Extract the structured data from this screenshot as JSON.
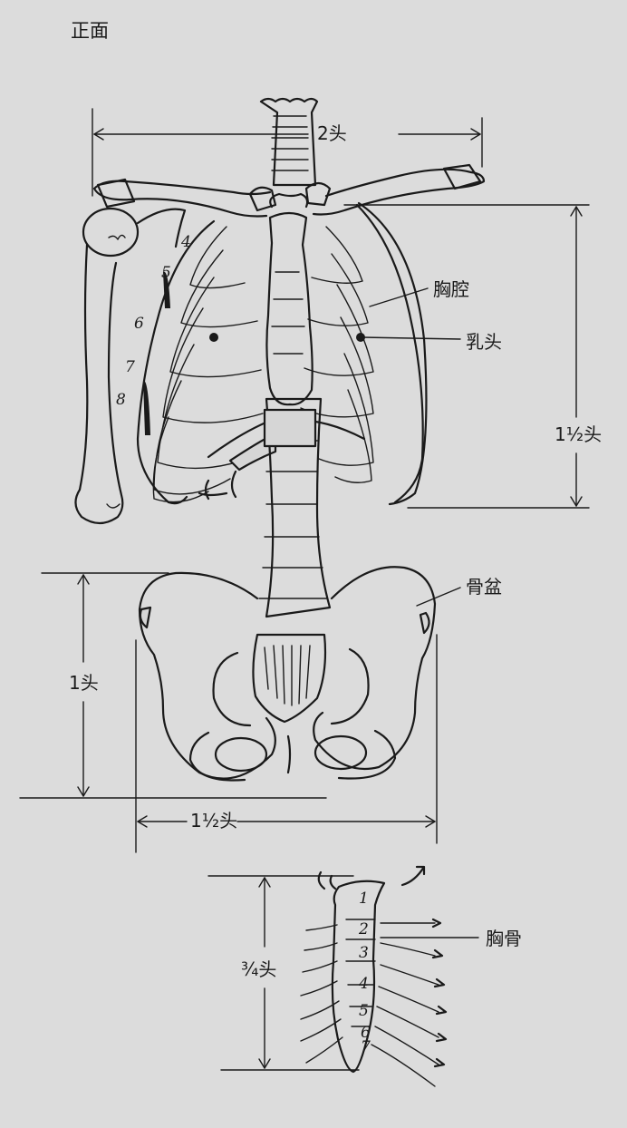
{
  "title": "正面",
  "dimensions": {
    "shoulder_width": "2头",
    "thorax_height": "1½头",
    "pelvis_height": "1头",
    "pelvis_width": "1½头",
    "sternum_height": "¾头"
  },
  "labels": {
    "thoracic_cavity": "胸腔",
    "nipple": "乳头",
    "pelvis": "骨盆",
    "sternum": "胸骨"
  },
  "rib_numbers": [
    "4",
    "5",
    "6",
    "7",
    "8"
  ],
  "sternum_numbers": [
    "1",
    "2",
    "3",
    "4",
    "5",
    "6",
    "7"
  ]
}
